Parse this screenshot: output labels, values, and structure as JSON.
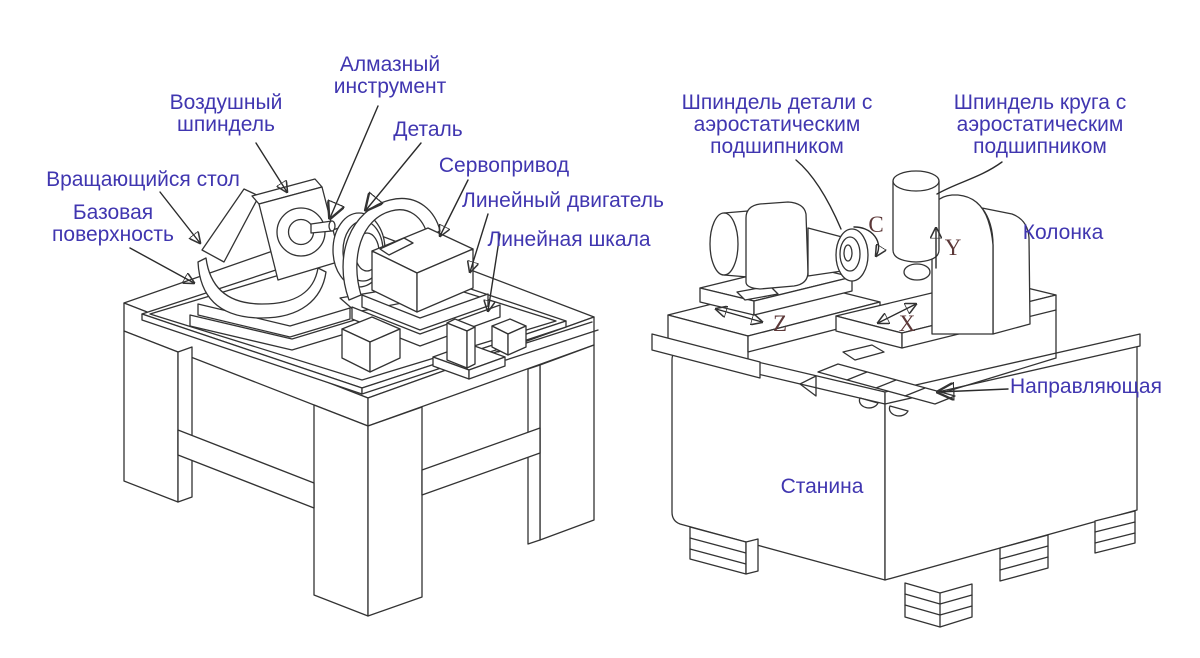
{
  "colors": {
    "background": "#ffffff",
    "label_text": "#4036b0",
    "axis_text": "#5c3838",
    "line_art": "#333333"
  },
  "left_machine": {
    "labels": {
      "diamond_tool": "Алмазный\nинструмент",
      "air_spindle": "Воздушный\nшпиндель",
      "workpiece": "Деталь",
      "rotary_table": "Вращающийся стол",
      "servo_drive": "Сервопривод",
      "base_surface": "Базовая\nповерхность",
      "linear_motor": "Линейный двигатель",
      "linear_scale": "Линейная шкала"
    }
  },
  "right_machine": {
    "labels": {
      "work_spindle": "Шпиндель детали с\nаэростатическим\nподшипником",
      "wheel_spindle": "Шпиндель круга с\nаэростатическим\nподшипником",
      "column": "Колонка",
      "guideway": "Направляющая",
      "bed": "Станина"
    },
    "axes": {
      "c": "C",
      "y": "Y",
      "z": "Z",
      "x": "X"
    }
  }
}
